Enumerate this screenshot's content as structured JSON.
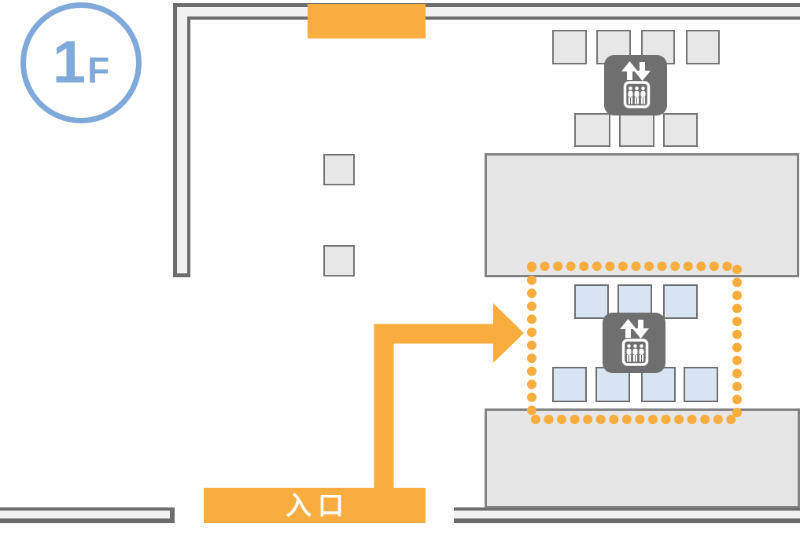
{
  "floor_badge": {
    "number": "1",
    "suffix": "F"
  },
  "entrance": {
    "label": "入口"
  },
  "icons": {
    "elevator_upper": "elevator-icon",
    "elevator_highlighted": "elevator-icon",
    "route": "route-arrow"
  },
  "highlight": {
    "style": "orange-dotted-rectangle",
    "meaning": "destination-area"
  },
  "colors": {
    "accent_orange": "#F8AD3E",
    "badge_blue": "#7FA8DB",
    "wall_dark": "#6D6D6D",
    "wall_light": "#F1F1F1",
    "fixture_fill": "#E7E7E7",
    "fixture_border": "#757575",
    "block_fill": "#E6E6E6",
    "block_border": "#828282",
    "blue_fixture_fill": "#D9E4F3",
    "blue_fixture_border": "#6F6F6F",
    "elevator_bg": "#6F6F6F",
    "elevator_glyph": "#FFFFFF",
    "entrance_text": "#FFFFFF"
  }
}
